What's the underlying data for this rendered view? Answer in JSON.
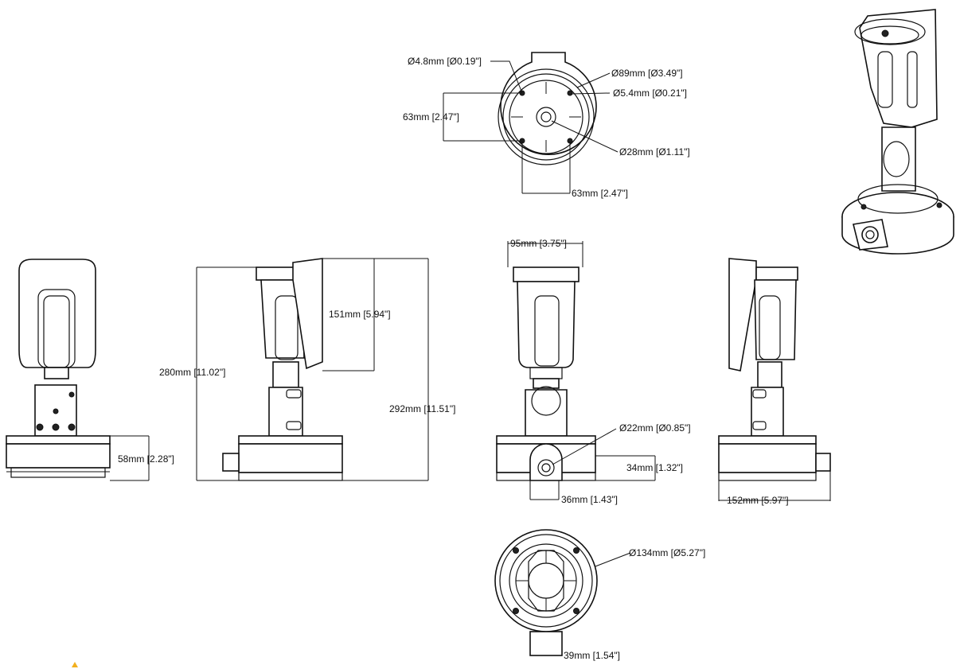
{
  "dimensions": {
    "mount_hole_dia": "Ø4.8mm [Ø0.19\"]",
    "base_dia_small": "Ø89mm [Ø3.49\"]",
    "screw_hole_dia": "Ø5.4mm [Ø0.21\"]",
    "bolt_spacing_vertical": "63mm [2.47\"]",
    "center_hole_dia": "Ø28mm [Ø1.11\"]",
    "bolt_spacing_horizontal": "63mm [2.47\"]",
    "housing_width": "95mm [3.75\"]",
    "housing_length": "151mm [5.94\"]",
    "height_total": "280mm [11.02\"]",
    "depth_total": "292mm [11.51\"]",
    "base_height": "58mm [2.28\"]",
    "conduit_dia": "Ø22mm [Ø0.85\"]",
    "conduit_height": "34mm [1.32\"]",
    "conduit_width": "36mm [1.43\"]",
    "base_width": "152mm [5.97\"]",
    "base_dia_large": "Ø134mm [Ø5.27\"]",
    "bracket_width": "39mm [1.54\"]"
  },
  "colors": {
    "line": "#111111",
    "background": "#ffffff",
    "marker": "#f2b01e"
  }
}
